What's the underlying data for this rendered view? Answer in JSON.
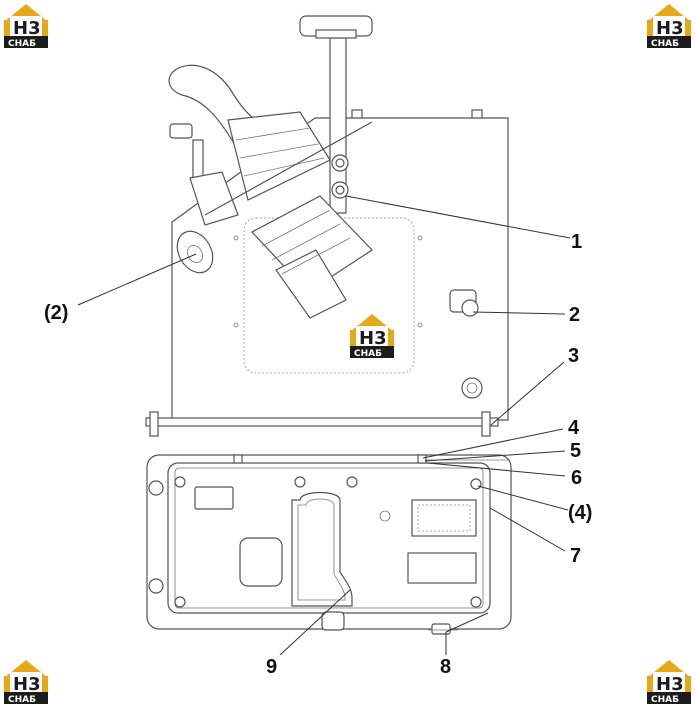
{
  "logo": {
    "mark": "H3",
    "caption": "CHAБ",
    "color": "#e6a817",
    "dark": "#1c1c1c"
  },
  "callouts": {
    "c1": "1",
    "c2": "2",
    "c2p": "(2)",
    "c3": "3",
    "c4": "4",
    "c4p": "(4)",
    "c5": "5",
    "c6": "6",
    "c7": "7",
    "c8": "8",
    "c9": "9"
  }
}
